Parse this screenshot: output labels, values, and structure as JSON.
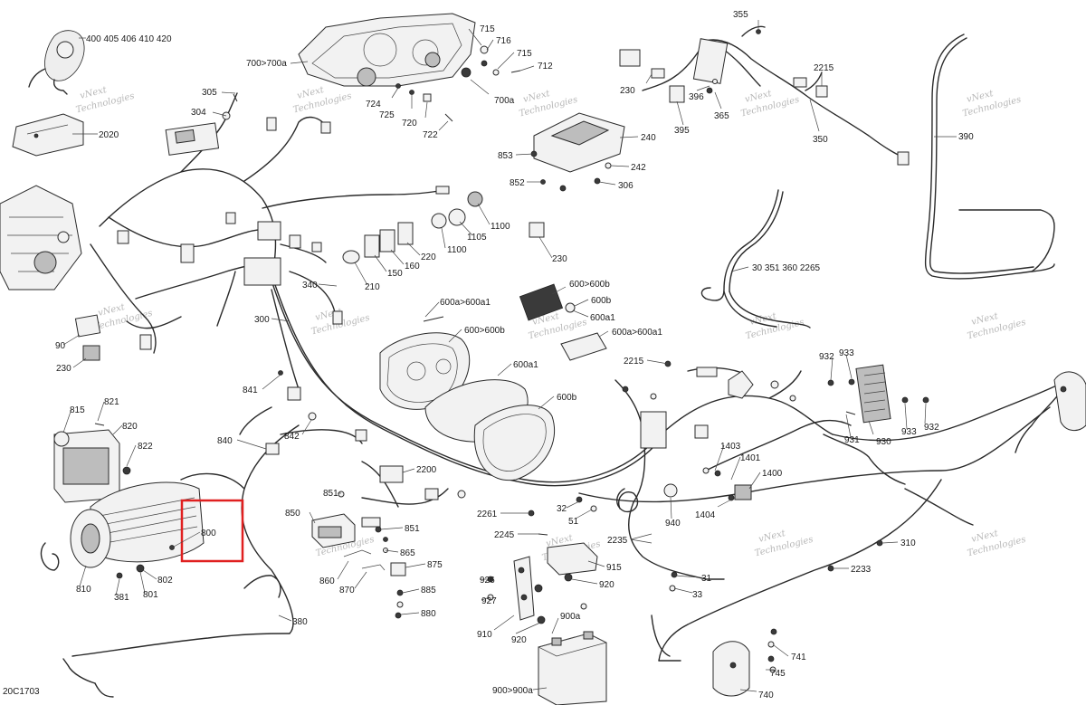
{
  "diagram": {
    "reference_code": "20C1703",
    "highlight_color": "#e02020",
    "watermark": [
      "vNext",
      "Technologies"
    ],
    "callouts": {
      "c400": "400 405 406 410 420",
      "c2020": "2020",
      "c305": "305",
      "c304": "304",
      "c700": "700>700a",
      "c715a": "715",
      "c716": "716",
      "c715b": "715",
      "c712": "712",
      "c700a": "700a",
      "c724": "724",
      "c725": "725",
      "c720": "720",
      "c722": "722",
      "c355": "355",
      "c230a": "230",
      "c396": "396",
      "c365": "365",
      "c395": "395",
      "c2215a": "2215",
      "c350": "350",
      "c390": "390",
      "c853": "853",
      "c240": "240",
      "c242": "242",
      "c852": "852",
      "c306": "306",
      "c1100a": "1100",
      "c1105": "1105",
      "c1100b": "1100",
      "c230b": "230",
      "c220": "220",
      "c160": "160",
      "c150": "150",
      "c210": "210",
      "c340": "340",
      "c300": "300",
      "c30": "30 351 360 2265",
      "c90": "90",
      "c230c": "230",
      "c600b_hdr": "600>600b",
      "c600b_s": "600b",
      "c600a1_hdr": "600a>600a1",
      "c600a1_s": "600a1",
      "c600a1b": "600a>600a1",
      "c600b2": "600>600b",
      "c600a1c": "600a1",
      "c600bb": "600b",
      "c2215b": "2215",
      "c932a": "932",
      "c933a": "933",
      "c930": "930",
      "c931": "931",
      "c933b": "933",
      "c932b": "932",
      "c841": "841",
      "c842": "842",
      "c840": "840",
      "c815": "815",
      "c821": "821",
      "c820": "820",
      "c822": "822",
      "c800": "800",
      "c810": "810",
      "c381": "381",
      "c801": "801",
      "c802": "802",
      "c380": "380",
      "c2200": "2200",
      "c851a": "851",
      "c850": "850",
      "c851b": "851",
      "c865": "865",
      "c860": "860",
      "c875": "875",
      "c870": "870",
      "c885": "885",
      "c880": "880",
      "c2261": "2261",
      "c32": "32",
      "c51": "51",
      "c2245": "2245",
      "c2235": "2235",
      "c1403": "1403",
      "c1401": "1401",
      "c1400": "1400",
      "c1404": "1404",
      "c940": "940",
      "c915": "915",
      "c920a": "920",
      "c31": "31",
      "c33": "33",
      "c310": "310",
      "c2233": "2233",
      "c926": "926",
      "c927": "927",
      "c910": "910",
      "c920b": "920",
      "c900a": "900a",
      "c900": "900>900a",
      "c741": "741",
      "c745": "745",
      "c740": "740"
    }
  }
}
